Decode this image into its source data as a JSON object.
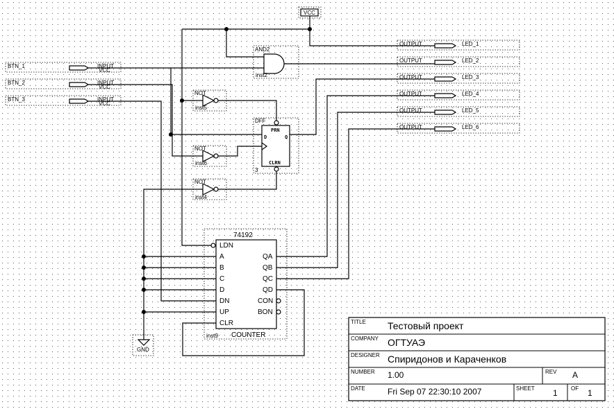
{
  "power": {
    "vcc": "VCC",
    "gnd": "GND",
    "vcc_small": "VCC"
  },
  "inputs": [
    {
      "name": "BTN_1",
      "type": "INPUT"
    },
    {
      "name": "BTN_2",
      "type": "INPUT"
    },
    {
      "name": "BTN_3",
      "type": "INPUT"
    }
  ],
  "outputs": [
    {
      "name": "LED_1",
      "type": "OUTPUT"
    },
    {
      "name": "LED_2",
      "type": "OUTPUT"
    },
    {
      "name": "LED_3",
      "type": "OUTPUT"
    },
    {
      "name": "LED_4",
      "type": "OUTPUT"
    },
    {
      "name": "LED_5",
      "type": "OUTPUT"
    },
    {
      "name": "LED_6",
      "type": "OUTPUT"
    }
  ],
  "gates": {
    "and2": {
      "type": "AND2",
      "inst": "inst2"
    },
    "not1": {
      "type": "NOT",
      "inst": "inst5"
    },
    "not2": {
      "type": "NOT",
      "inst": "inst6"
    },
    "not3": {
      "type": "NOT",
      "inst": "inst4"
    }
  },
  "dff": {
    "type": "DFF",
    "prn": "PRN",
    "d": "D",
    "q": "Q",
    "clrn": "CLRN",
    "inst": "3"
  },
  "counter": {
    "part": "74192",
    "label": "COUNTER",
    "inst": "inst9",
    "left_pins": [
      "LDN",
      "A",
      "B",
      "C",
      "D",
      "DN",
      "UP",
      "CLR"
    ],
    "right_pins": [
      "QA",
      "QB",
      "QC",
      "QD",
      "CON",
      "BON"
    ]
  },
  "title_block": {
    "title_label": "TITLE",
    "title_value": "Тестовый проект",
    "company_label": "COMPANY",
    "company_value": "ОГТУАЭ",
    "designer_label": "DESIGNER",
    "designer_value": "Спиридонов и Караченков",
    "number_label": "NUMBER",
    "number_value": "1.00",
    "rev_label": "REV",
    "rev_value": "A",
    "date_label": "DATE",
    "date_value": "Fri Sep 07 22:30:10 2007",
    "sheet_label": "SHEET",
    "sheet_value": "1",
    "of_label": "OF",
    "of_value": "1"
  }
}
